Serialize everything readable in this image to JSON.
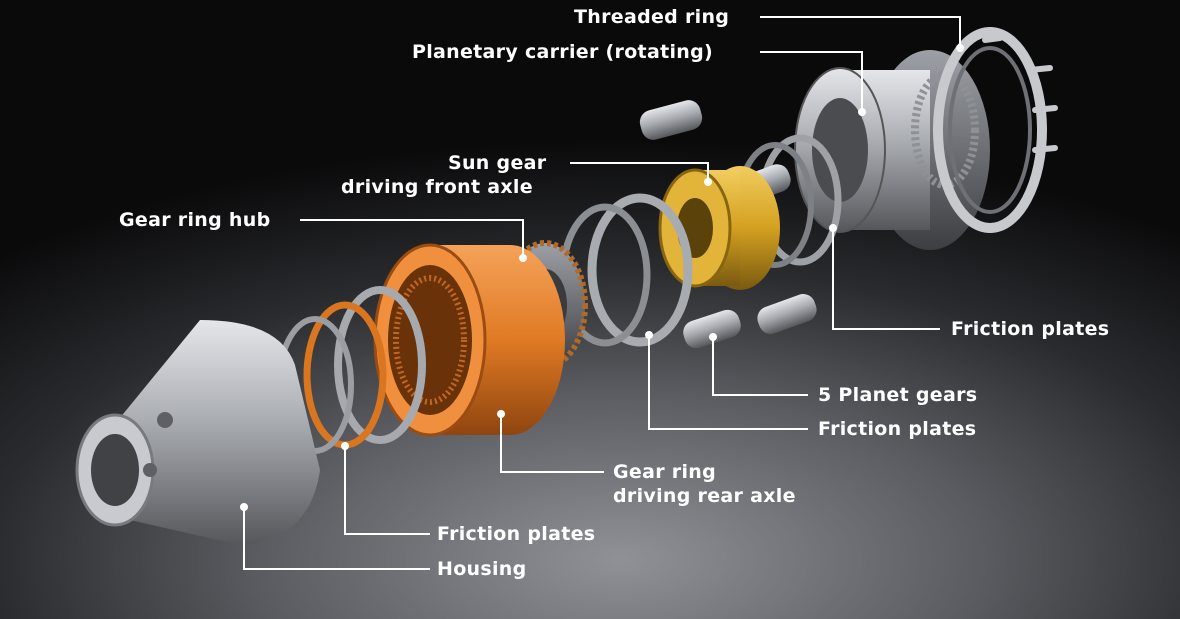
{
  "labels": {
    "threaded_ring": "Threaded ring",
    "planetary_carrier": "Planetary carrier (rotating)",
    "sun_gear_line1": "Sun gear",
    "sun_gear_line2": "driving front axle",
    "gear_ring_hub": "Gear ring hub",
    "friction_plates_right": "Friction plates",
    "planet_gears": "5 Planet gears",
    "friction_plates_middle": "Friction plates",
    "gear_ring_line1": "Gear ring",
    "gear_ring_line2": "driving rear axle",
    "friction_plates_left": "Friction plates",
    "housing": "Housing"
  },
  "colors": {
    "leader_line": "#ffffff",
    "orange_part": "#e07a24",
    "gold_part": "#d4a021",
    "steel_part": "#b9bcc1"
  }
}
